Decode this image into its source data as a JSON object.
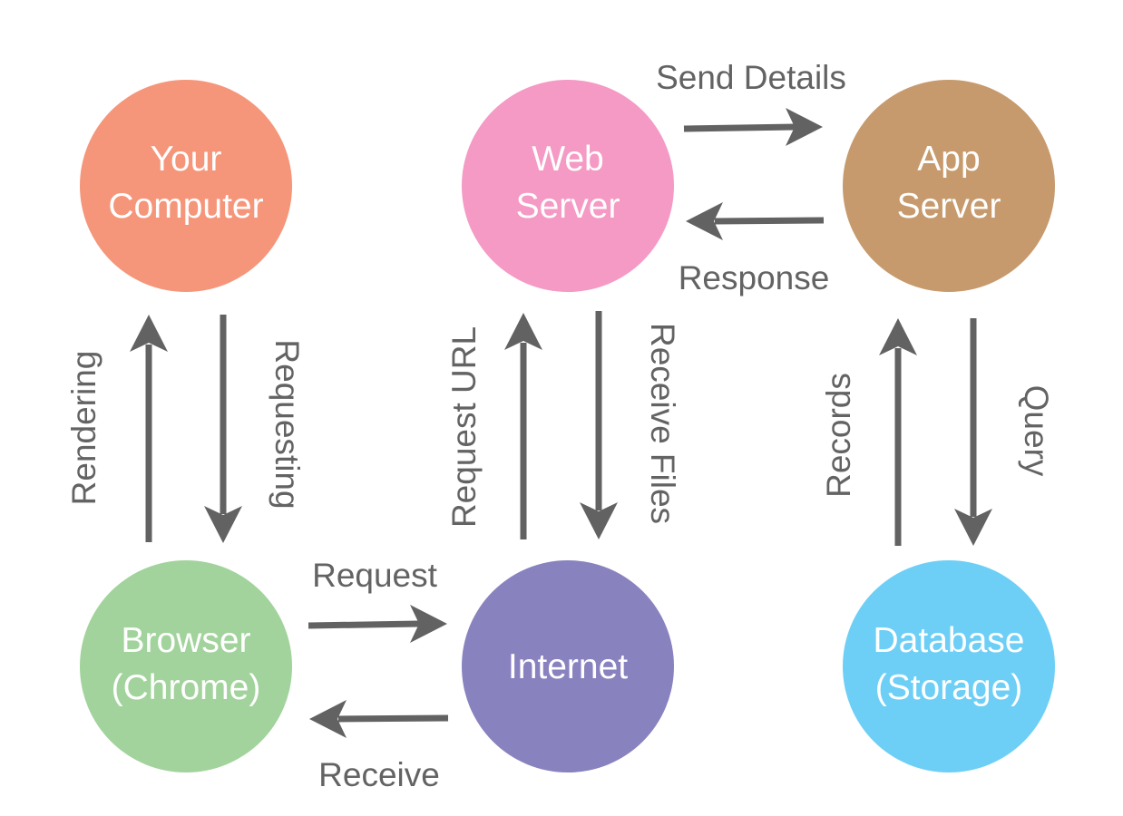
{
  "colors": {
    "arrow": "#626262",
    "edge_text": "#636363",
    "node_text": "#ffffff"
  },
  "nodes": {
    "your_computer": {
      "lines": [
        "Your",
        "Computer"
      ],
      "color": "#f5967a"
    },
    "web_server": {
      "lines": [
        "Web",
        "Server"
      ],
      "color": "#f49ac4"
    },
    "app_server": {
      "lines": [
        "App",
        "Server"
      ],
      "color": "#c69a6d"
    },
    "browser": {
      "lines": [
        "Browser",
        "(Chrome)"
      ],
      "color": "#a2d39c"
    },
    "internet": {
      "lines": [
        "Internet"
      ],
      "color": "#8882bf"
    },
    "database": {
      "lines": [
        "Database",
        "(Storage)"
      ],
      "color": "#6dcff6"
    }
  },
  "edges": {
    "rendering": "Rendering",
    "requesting": "Requesting",
    "request_url": "Request URL",
    "receive_files": "Receive Files",
    "records": "Records",
    "query": "Query",
    "send_details": "Send Details",
    "response": "Response",
    "request": "Request",
    "receive": "Receive"
  }
}
